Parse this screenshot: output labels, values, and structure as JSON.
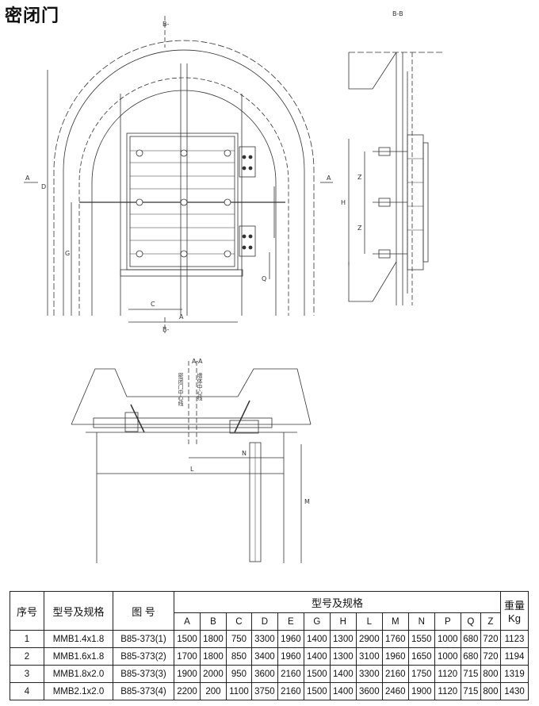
{
  "title": "密闭门",
  "drawing_labels": {
    "section_bb": "B-B",
    "section_aa": "A-A",
    "b_top": "B-",
    "b_bottom": "B-",
    "a_left": "A",
    "a_right": "A",
    "dim_D": "D",
    "dim_G": "G",
    "dim_C": "C",
    "dim_A": "A",
    "dim_Q": "Q",
    "dim_H": "H",
    "dim_Z1": "Z",
    "dim_Z2": "Z",
    "dim_L": "L",
    "dim_N": "N",
    "dim_M": "M",
    "note_door": "密闭门中心线",
    "note_wall": "墙体中心线"
  },
  "table": {
    "headers": {
      "no": "序号",
      "model": "型号及规格",
      "drawing": "图  号",
      "group": "型号及规格",
      "weight": "重量",
      "weight_unit": "Kg"
    },
    "columns": [
      "A",
      "B",
      "C",
      "D",
      "E",
      "G",
      "H",
      "L",
      "M",
      "N",
      "P",
      "Q",
      "Z"
    ],
    "rows": [
      {
        "no": "1",
        "model": "MMB1.4x1.8",
        "drawing": "B85-373(1)",
        "values": [
          "1500",
          "1800",
          "750",
          "3300",
          "1960",
          "1400",
          "1300",
          "2900",
          "1760",
          "1550",
          "1000",
          "680",
          "720"
        ],
        "weight": "1123"
      },
      {
        "no": "2",
        "model": "MMB1.6x1.8",
        "drawing": "B85-373(2)",
        "values": [
          "1700",
          "1800",
          "850",
          "3400",
          "1960",
          "1400",
          "1300",
          "3100",
          "1960",
          "1650",
          "1000",
          "680",
          "720"
        ],
        "weight": "1194"
      },
      {
        "no": "3",
        "model": "MMB1.8x2.0",
        "drawing": "B85-373(3)",
        "values": [
          "1900",
          "2000",
          "950",
          "3600",
          "2160",
          "1500",
          "1400",
          "3300",
          "2160",
          "1750",
          "1120",
          "715",
          "800"
        ],
        "weight": "1319"
      },
      {
        "no": "4",
        "model": "MMB2.1x2.0",
        "drawing": "B85-373(4)",
        "values": [
          "2200",
          "200",
          "1100",
          "3750",
          "2160",
          "1500",
          "1400",
          "3600",
          "2460",
          "1900",
          "1120",
          "715",
          "800"
        ],
        "weight": "1430"
      }
    ]
  }
}
